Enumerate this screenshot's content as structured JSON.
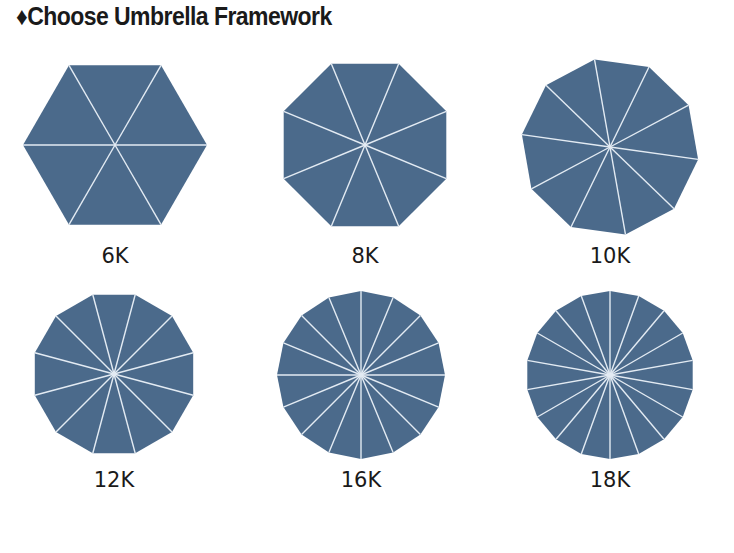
{
  "diagram": {
    "title": "♦Choose Umbrella Framework",
    "labels": [
      "6K",
      "8K",
      "10K",
      "12K",
      "16K",
      "18K"
    ]
  }
}
